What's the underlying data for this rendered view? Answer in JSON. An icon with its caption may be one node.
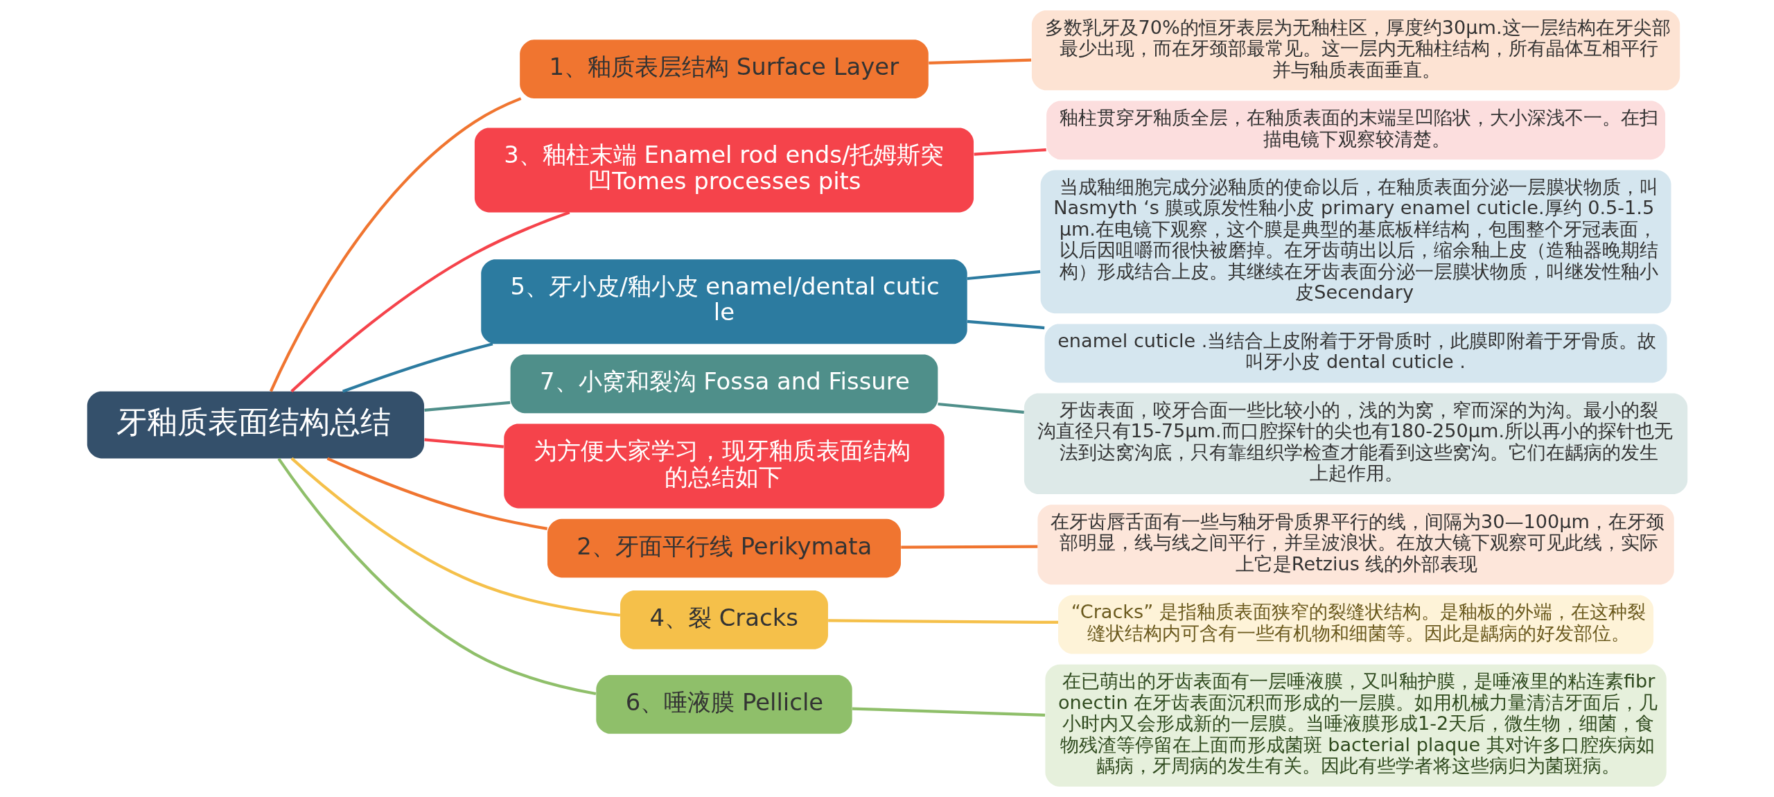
{
  "diagram": {
    "nodes": [
      {
        "text": [
          "牙釉质表面结构总结"
        ]
      },
      {
        "text": [
          "1、釉质表层结构 Surface Layer"
        ]
      },
      {
        "text": [
          "多数乳牙及70%的恒牙表层为无釉柱区，厚度约30μm.这一层结构在牙尖部最少出现，而在牙颈部最常见。这一层内无釉柱结构，所有晶体互相平行并与釉质表面垂直。"
        ]
      },
      {
        "text": [
          "3、釉柱末端 Enamel rod ends/托姆斯突凹Tomes processes pits"
        ]
      },
      {
        "text": [
          "釉柱贯穿牙釉质全层，在釉质表面的末端呈凹陷状，大小深浅不一。在扫描电镜下观察较清楚。"
        ]
      },
      {
        "text": [
          "5、牙小皮/釉小皮 enamel/dental cuticle"
        ]
      },
      {
        "text": [
          "当成釉细胞完成分泌釉质的使命以后，在釉质表面分泌一层膜状物质，叫Nasmyth ‘s 膜或原发性釉小皮 primary enamel cuticle.厚约 0.5-1.5μm.在电镜下观察，这个膜是典型的基底板样结构，包围整个牙冠表面，以后因咀嚼而很快被磨掉。在牙齿萌出以后，缩余釉上皮（造釉器晚期结构）形成结合上皮。其继续在牙齿表面分泌一层膜状物质，叫继发性釉小皮Secendary"
        ]
      },
      {
        "text": [
          "enamel cuticle .当结合上皮附着于牙骨质时，此膜即附着于牙骨质。故叫牙小皮 dental cuticle ."
        ]
      },
      {
        "text": [
          "7、小窝和裂沟 Fossa and Fissure"
        ]
      },
      {
        "text": [
          "牙齿表面，咬牙合面一些比较小的，浅的为窝，窄而深的为沟。最小的裂沟直径只有15-75μm.而口腔探针的尖也有180-250μm.所以再小的探针也无法到达窝沟底，只有靠组织学检查才能看到这些窝沟。它们在龋病的发生上起作用。"
        ]
      },
      {
        "text": [
          "为方便大家学习，现牙釉质表面结构的总结如下"
        ]
      },
      {
        "text": [
          "2、牙面平行线 Perikymata"
        ]
      },
      {
        "text": [
          "在牙齿唇舌面有一些与釉牙骨质界平行的线，间隔为30—100μm，在牙颈部明显，线与线之间平行，并呈波浪状。在放大镜下观察可见此线，实际上它是Retzius 线的外部表现"
        ]
      },
      {
        "text": [
          "4、裂 Cracks"
        ]
      },
      {
        "text": [
          "“Cracks” 是指釉质表面狭窄的裂缝状结构。是釉板的外端，在这种裂缝状结构内可含有一些有机物和细菌等。因此是龋病的好发部位。"
        ]
      },
      {
        "text": [
          "6、唾液膜 Pellicle"
        ]
      },
      {
        "text": [
          "在已萌出的牙齿表面有一层唾液膜，又叫釉护膜，是唾液里的粘连素fibronectin 在牙齿表面沉积而形成的一层膜。如用机械力量清洁牙面后，几小时内又会形成新的一层膜。当唾液膜形成1-2天后，微生物，细菌，食物残渣等停留在上面而形成菌斑 bacterial plaque 其对许多口腔疾病如龋病，牙周病的发生有关。因此有些学者将这些病归为菌斑病。"
        ]
      }
    ],
    "edges": [
      {
        "from": 0,
        "to": 1,
        "arrow": "none",
        "color": "#f07530"
      },
      {
        "from": 1,
        "to": 2,
        "arrow": "none",
        "color": "#f07530"
      },
      {
        "from": 0,
        "to": 3,
        "arrow": "none",
        "color": "#f5434b"
      },
      {
        "from": 3,
        "to": 4,
        "arrow": "none",
        "color": "#f5434b"
      },
      {
        "from": 0,
        "to": 5,
        "arrow": "none",
        "color": "#2c7ba0"
      },
      {
        "from": 5,
        "to": 6,
        "arrow": "none",
        "color": "#2c7ba0"
      },
      {
        "from": 5,
        "to": 7,
        "arrow": "none",
        "color": "#2c7ba0"
      },
      {
        "from": 0,
        "to": 8,
        "arrow": "none",
        "color": "#4f8f8a"
      },
      {
        "from": 8,
        "to": 9,
        "arrow": "none",
        "color": "#4f8f8a"
      },
      {
        "from": 0,
        "to": 10,
        "arrow": "none",
        "color": "#f5434b"
      },
      {
        "from": 0,
        "to": 11,
        "arrow": "none",
        "color": "#f07530"
      },
      {
        "from": 11,
        "to": 12,
        "arrow": "none",
        "color": "#f07530"
      },
      {
        "from": 0,
        "to": 13,
        "arrow": "none",
        "color": "#f5c04a"
      },
      {
        "from": 13,
        "to": 14,
        "arrow": "none",
        "color": "#f5c04a"
      },
      {
        "from": 0,
        "to": 15,
        "arrow": "none",
        "color": "#8fbf6a"
      },
      {
        "from": 15,
        "to": 16,
        "arrow": "none",
        "color": "#8fbf6a"
      }
    ]
  }
}
